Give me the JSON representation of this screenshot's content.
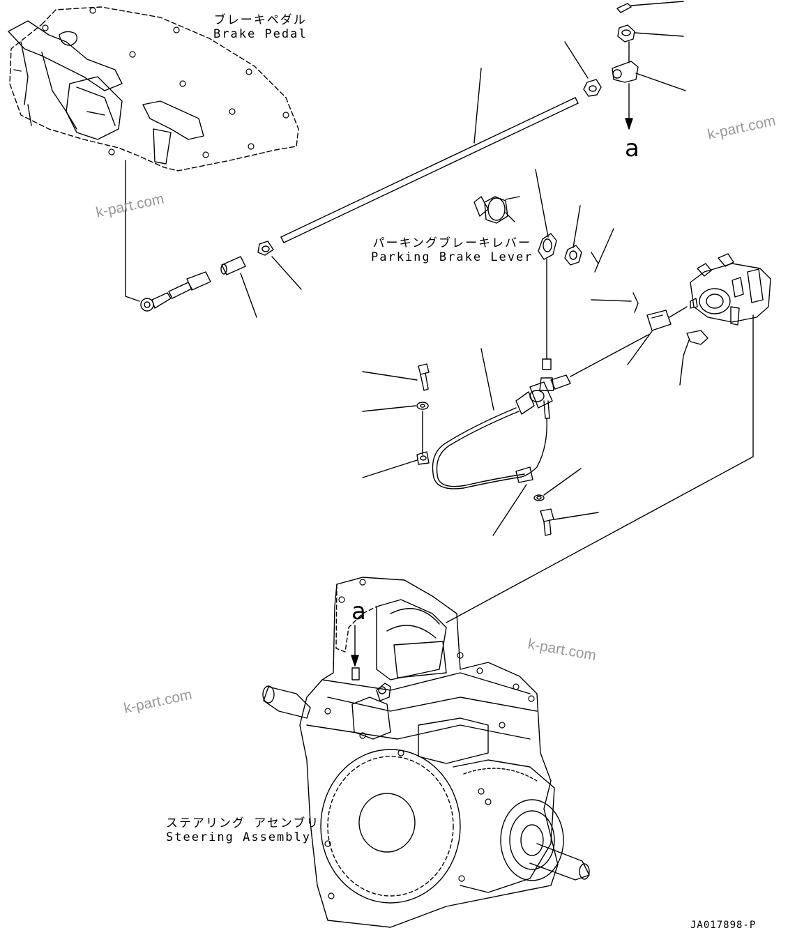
{
  "labels": {
    "brake_pedal": {
      "jp": "ブレーキペダル",
      "en": "Brake Pedal"
    },
    "parking_brake_lever": {
      "jp": "パーキングブレーキレバー",
      "en": "Parking Brake Lever"
    },
    "steering_assembly": {
      "jp": "ステアリング アセンブリ",
      "en": "Steering Assembly"
    }
  },
  "callouts": {
    "top": "a",
    "bottom": "a"
  },
  "watermarks": [
    "k-part.com",
    "k-part.com",
    "k-part.com",
    "k-part.com"
  ],
  "drawing_code": "JA017898-P"
}
